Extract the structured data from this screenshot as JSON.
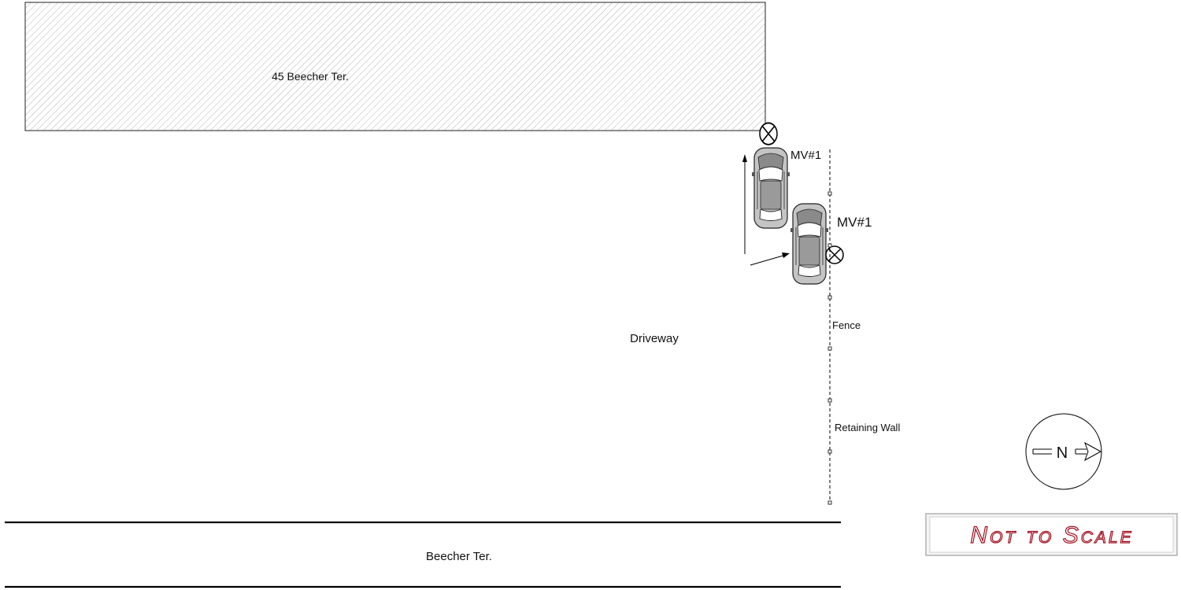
{
  "labels": {
    "building": "45 Beecher Ter.",
    "vehicle_upper": "MV#1",
    "vehicle_lower": "MV#1",
    "driveway": "Driveway",
    "fence": "Fence",
    "retaining_wall": "Retaining Wall",
    "street": "Beecher Ter.",
    "compass": "N",
    "scale_note": "Not to Scale"
  },
  "colors": {
    "scale_text": "#a01020",
    "car_body": "#c8c8c8",
    "line": "#000000"
  },
  "icons": {
    "impact_marker": "circle-x-icon",
    "compass": "north-arrow-icon",
    "direction": "arrow-icon"
  }
}
